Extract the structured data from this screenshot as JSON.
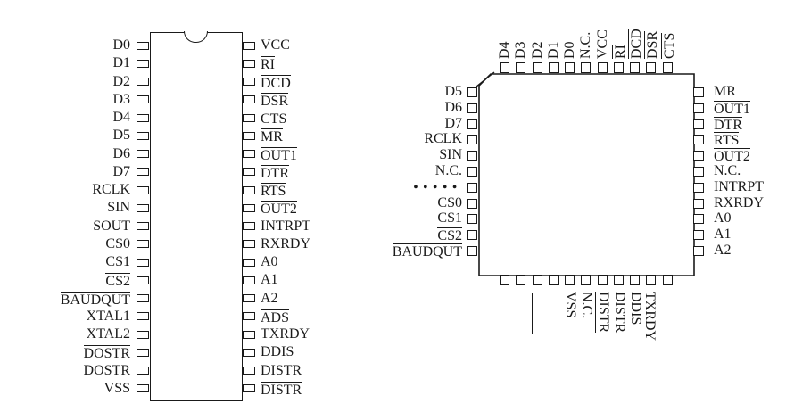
{
  "dip": {
    "left_pins": [
      {
        "label": "D0",
        "overline": false
      },
      {
        "label": "D1",
        "overline": false
      },
      {
        "label": "D2",
        "overline": false
      },
      {
        "label": "D3",
        "overline": false
      },
      {
        "label": "D4",
        "overline": false
      },
      {
        "label": "D5",
        "overline": false
      },
      {
        "label": "D6",
        "overline": false
      },
      {
        "label": "D7",
        "overline": false
      },
      {
        "label": "RCLK",
        "overline": false
      },
      {
        "label": "SIN",
        "overline": false
      },
      {
        "label": "SOUT",
        "overline": false
      },
      {
        "label": "CS0",
        "overline": false
      },
      {
        "label": "CS1",
        "overline": false
      },
      {
        "label": "CS2",
        "overline": true
      },
      {
        "label": "BAUDQUT",
        "overline": true
      },
      {
        "label": "XTAL1",
        "overline": false
      },
      {
        "label": "XTAL2",
        "overline": false
      },
      {
        "label": "DOSTR",
        "overline": true
      },
      {
        "label": "DOSTR",
        "overline": false
      },
      {
        "label": "VSS",
        "overline": false
      }
    ],
    "right_pins": [
      {
        "label": "VCC",
        "overline": false
      },
      {
        "label": "RI",
        "overline": true
      },
      {
        "label": "DCD",
        "overline": true
      },
      {
        "label": "DSR",
        "overline": true
      },
      {
        "label": "CTS",
        "overline": true
      },
      {
        "label": "MR",
        "overline": true
      },
      {
        "label": "OUT1",
        "overline": true
      },
      {
        "label": "DTR",
        "overline": true
      },
      {
        "label": "RTS",
        "overline": true
      },
      {
        "label": "OUT2",
        "overline": true
      },
      {
        "label": "INTRPT",
        "overline": false
      },
      {
        "label": "RXRDY",
        "overline": false
      },
      {
        "label": "A0",
        "overline": false
      },
      {
        "label": "A1",
        "overline": false
      },
      {
        "label": "A2",
        "overline": false
      },
      {
        "label": "ADS",
        "overline": true
      },
      {
        "label": "TXRDY",
        "overline": false
      },
      {
        "label": "DDIS",
        "overline": false
      },
      {
        "label": "DISTR",
        "overline": false
      },
      {
        "label": "DISTR",
        "overline": true
      }
    ]
  },
  "plcc": {
    "top_pins": [
      {
        "label": "D4",
        "overline": false
      },
      {
        "label": "D3",
        "overline": false
      },
      {
        "label": "D2",
        "overline": false
      },
      {
        "label": "D1",
        "overline": false
      },
      {
        "label": "D0",
        "overline": false
      },
      {
        "label": "N.C.",
        "overline": false
      },
      {
        "label": "VCC",
        "overline": false
      },
      {
        "label": "RI",
        "overline": true
      },
      {
        "label": "DCD",
        "overline": true
      },
      {
        "label": "DSR",
        "overline": true
      },
      {
        "label": "CTS",
        "overline": true
      }
    ],
    "left_pins": [
      {
        "label": "D5",
        "overline": false
      },
      {
        "label": "D6",
        "overline": false
      },
      {
        "label": "D7",
        "overline": false
      },
      {
        "label": "RCLK",
        "overline": false
      },
      {
        "label": "SIN",
        "overline": false
      },
      {
        "label": "N.C.",
        "overline": false
      },
      {
        "label": "•••••",
        "overline": false,
        "dots": true
      },
      {
        "label": "CS0",
        "overline": false
      },
      {
        "label": "CS1",
        "overline": false
      },
      {
        "label": "CS2",
        "overline": true
      },
      {
        "label": "BAUDQUT",
        "overline": true
      }
    ],
    "right_pins": [
      {
        "label": "MR",
        "overline": false
      },
      {
        "label": "OUT1",
        "overline": true
      },
      {
        "label": "DTR",
        "overline": true
      },
      {
        "label": "RTS",
        "overline": true
      },
      {
        "label": "OUT2",
        "overline": true
      },
      {
        "label": "N.C.",
        "overline": false
      },
      {
        "label": "INTRPT",
        "overline": false
      },
      {
        "label": "RXRDY",
        "overline": false
      },
      {
        "label": "A0",
        "overline": false
      },
      {
        "label": "A1",
        "overline": false
      },
      {
        "label": "A2",
        "overline": false
      }
    ],
    "bottom_pins": [
      {
        "label": "",
        "overline": false
      },
      {
        "label": "",
        "overline": false
      },
      {
        "label": "",
        "overline": false,
        "line": true
      },
      {
        "label": "",
        "overline": false
      },
      {
        "label": "VSS",
        "overline": false
      },
      {
        "label": "N.C.",
        "overline": false
      },
      {
        "label": "DISTR",
        "overline": true,
        "bar": "left"
      },
      {
        "label": "DISTR",
        "overline": false
      },
      {
        "label": "DDIS",
        "overline": false
      },
      {
        "label": "TXRDY",
        "overline": true,
        "bar": "right"
      },
      {
        "label": "",
        "overline": false
      }
    ]
  },
  "colors": {
    "ink": "#1a1a1a",
    "background": "#ffffff"
  }
}
